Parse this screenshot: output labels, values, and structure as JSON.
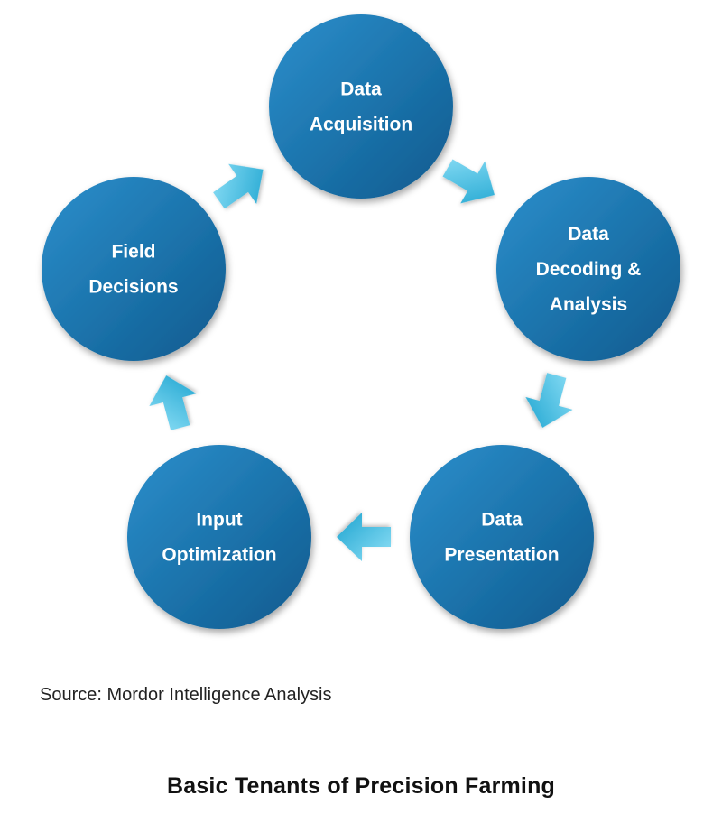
{
  "title": "Basic Tenants of Precision Farming",
  "source": "Source: Mordor Intelligence Analysis",
  "colors": {
    "node_light": "#2c8fcc",
    "node_dark": "#0d5a8e",
    "arrow_light": "#8fe0f7",
    "arrow_dark": "#1ba3cf"
  },
  "nodes": [
    {
      "lines": [
        "Data",
        "Acquisition"
      ]
    },
    {
      "lines": [
        "Data",
        "Decoding &",
        "Analysis"
      ]
    },
    {
      "lines": [
        "Data",
        "Presentation"
      ]
    },
    {
      "lines": [
        "Input",
        "Optimization"
      ]
    },
    {
      "lines": [
        "Field",
        "Decisions"
      ]
    }
  ],
  "arrows": [
    {
      "name": "arrow-acquisition-to-decoding-icon"
    },
    {
      "name": "arrow-decoding-to-presentation-icon"
    },
    {
      "name": "arrow-presentation-to-optimization-icon"
    },
    {
      "name": "arrow-optimization-to-decisions-icon"
    },
    {
      "name": "arrow-decisions-to-acquisition-icon"
    }
  ]
}
